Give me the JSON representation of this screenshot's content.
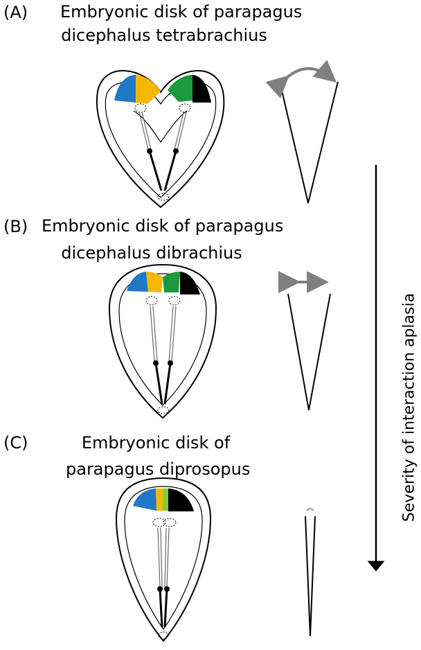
{
  "panels": [
    {
      "letter": "(A)",
      "title_line1": "Embryonic disk of parapagus",
      "title_line2": "dicephalus tetrabrachius"
    },
    {
      "letter": "(B)",
      "title_line1": "Embryonic disk of parapagus",
      "title_line2": "dicephalus dibrachius"
    },
    {
      "letter": "(C)",
      "title_line1": "Embryonic disk of",
      "title_line2": "parapagus diprosopus"
    }
  ],
  "severity_label": "Severity of interaction aplasia",
  "colors": {
    "blue": "#1f78c8",
    "yellow": "#f5b800",
    "green": "#1a9a3c",
    "lime": "#8cc83c",
    "black": "#000000",
    "arrow_gray": "#808080"
  }
}
